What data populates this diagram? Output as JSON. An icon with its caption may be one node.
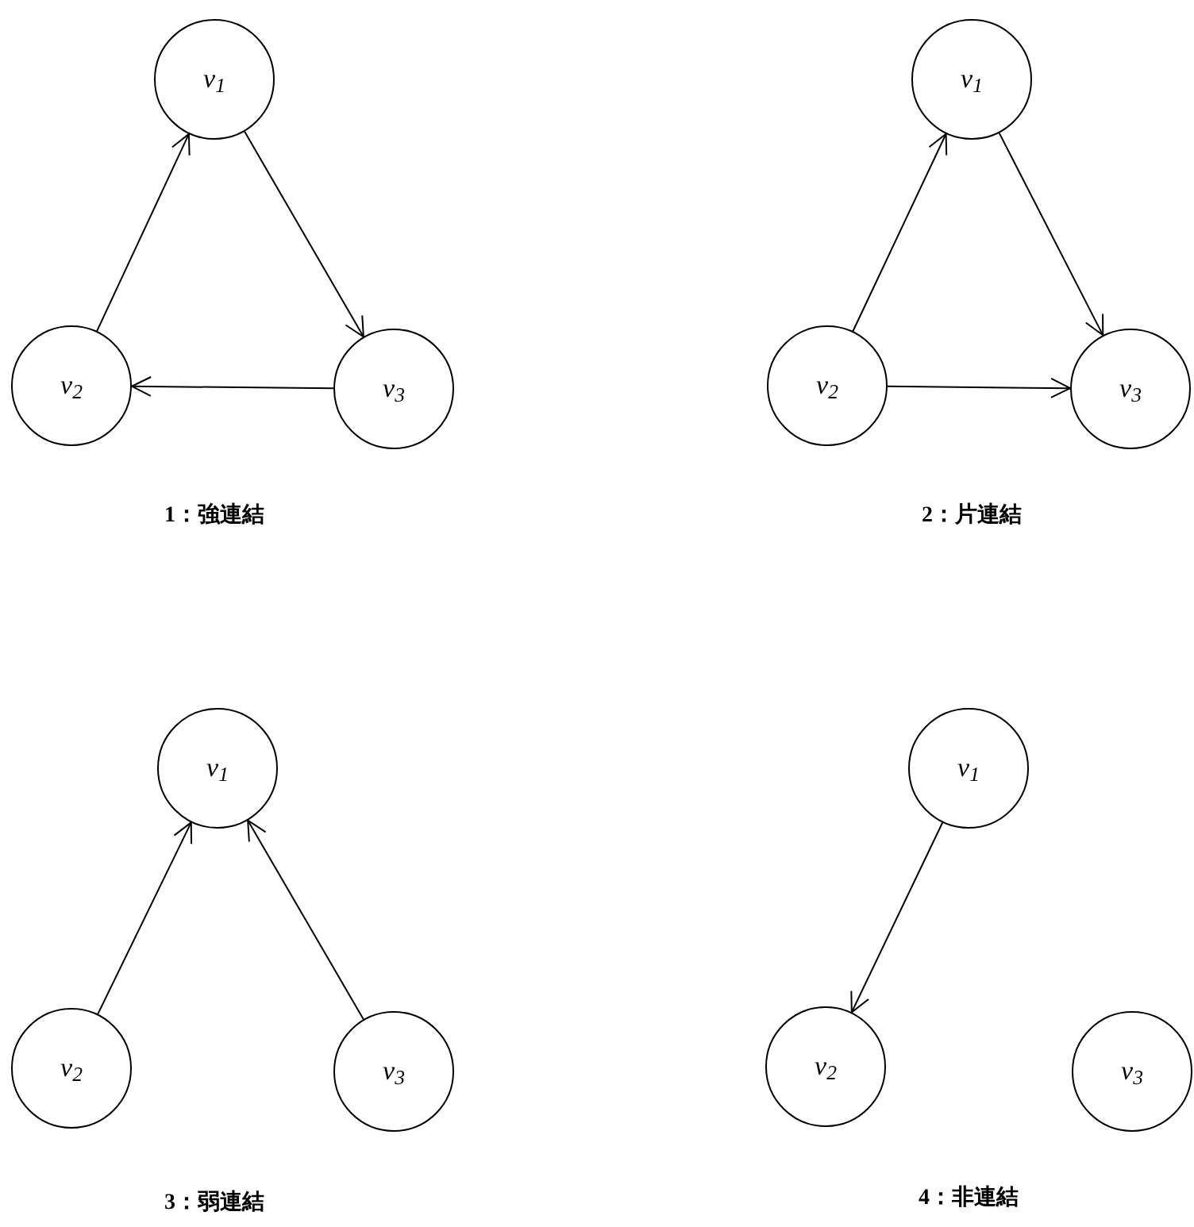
{
  "diagram": {
    "nodes": [
      {
        "text": [
          "ν$_{1}$"
        ]
      },
      {
        "text": [
          "ν$_{2}$"
        ]
      },
      {
        "text": [
          "ν$_{3}$"
        ]
      },
      {
        "text": [
          "ν$_{1}$"
        ]
      },
      {
        "text": [
          "ν$_{2}$"
        ]
      },
      {
        "text": [
          "ν$_{3}$"
        ]
      },
      {
        "text": [
          "ν$_{1}$"
        ]
      },
      {
        "text": [
          "ν$_{2}$"
        ]
      },
      {
        "text": [
          "ν$_{3}$"
        ]
      },
      {
        "text": [
          "ν$_{1}$"
        ]
      },
      {
        "text": [
          "ν$_{2}$"
        ]
      },
      {
        "text": [
          "ν$_{3}$"
        ]
      }
    ],
    "edges": [
      {
        "from": 1,
        "to": 0,
        "arrow": "to"
      },
      {
        "from": 0,
        "to": 2,
        "arrow": "to"
      },
      {
        "from": 2,
        "to": 1,
        "arrow": "to"
      },
      {
        "from": 4,
        "to": 3,
        "arrow": "to"
      },
      {
        "from": 3,
        "to": 5,
        "arrow": "to"
      },
      {
        "from": 4,
        "to": 5,
        "arrow": "to"
      },
      {
        "from": 7,
        "to": 6,
        "arrow": "to"
      },
      {
        "from": 8,
        "to": 6,
        "arrow": "to"
      },
      {
        "from": 9,
        "to": 10,
        "arrow": "to"
      }
    ],
    "labels": [
      "1：強連結",
      "2：片連結",
      "3：弱連結",
      "4：非連結"
    ]
  }
}
